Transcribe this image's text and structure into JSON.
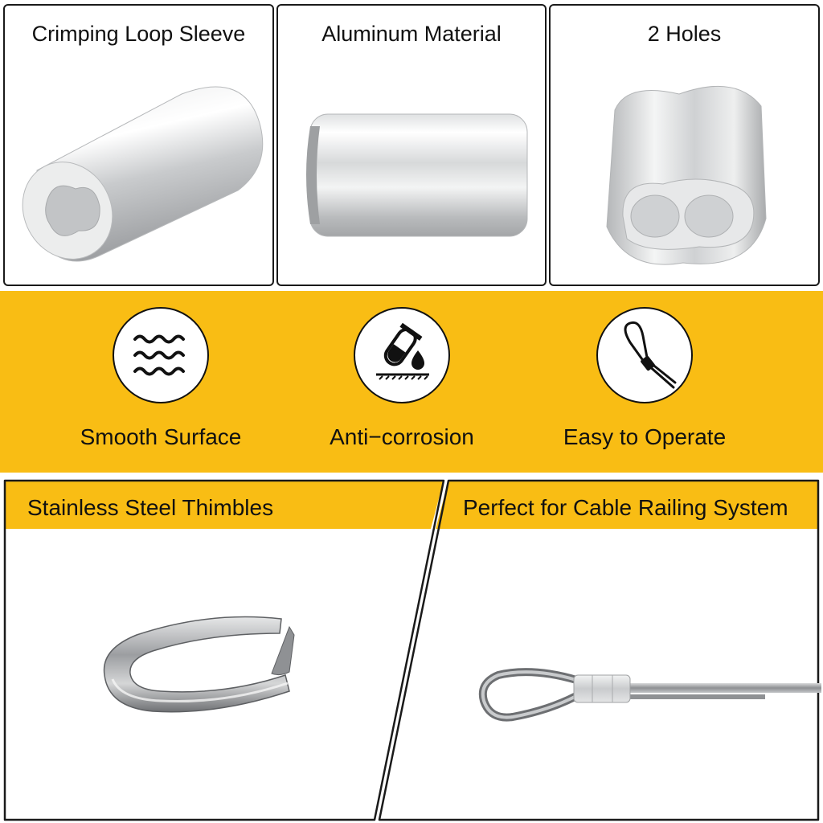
{
  "top_panels": [
    {
      "title": "Crimping Loop Sleeve",
      "image": "crimping-loop-sleeve-photo"
    },
    {
      "title": "Aluminum Material",
      "image": "aluminum-sleeve-side-photo"
    },
    {
      "title": "2 Holes",
      "image": "two-hole-sleeve-photo"
    }
  ],
  "features": [
    {
      "label": "Smooth Surface",
      "icon": "waves-icon"
    },
    {
      "label": "Anti−corrosion",
      "icon": "test-tube-drop-icon"
    },
    {
      "label": "Easy to Operate",
      "icon": "cable-loop-icon"
    }
  ],
  "bottom_panels": [
    {
      "title": "Stainless Steel Thimbles",
      "image": "stainless-thimble-photo"
    },
    {
      "title": "Perfect for Cable Railing System",
      "image": "cable-with-thimble-photo"
    }
  ],
  "colors": {
    "accent": "#f9bd14",
    "border": "#1a1a1a",
    "metal": "#c8cacc"
  }
}
